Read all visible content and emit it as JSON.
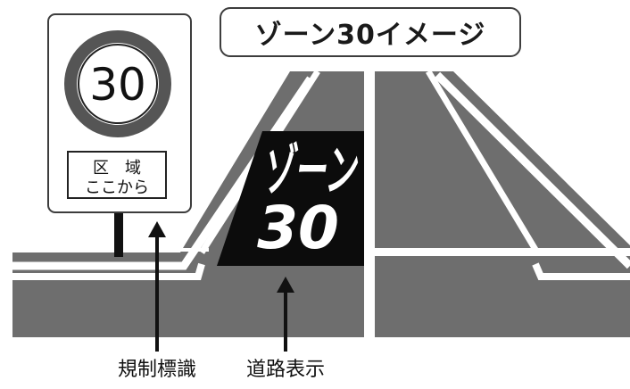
{
  "title": "ゾーン30イメージ",
  "sign": {
    "speed_limit": "30",
    "subplate_line1": "区　域",
    "subplate_line2": "ここから"
  },
  "road_marking": {
    "text_top": "ゾーン",
    "text_number": "30"
  },
  "labels": {
    "regulatory_sign": "規制標識",
    "road_marking": "道路表示"
  },
  "colors": {
    "road": "#6e6e6e",
    "line": "#ffffff",
    "marking_box": "#0c0c0c",
    "sign_ring": "#555555"
  }
}
